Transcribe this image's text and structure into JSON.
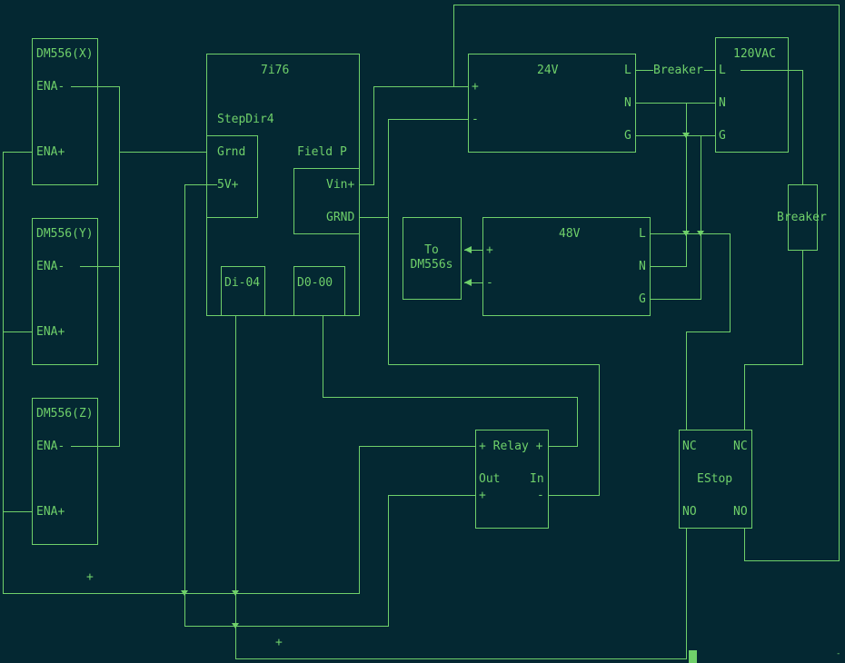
{
  "colors": {
    "background": "#042832",
    "line": "#6fd06a"
  },
  "labels": {
    "dm_x": "DM556(X)",
    "dm_y": "DM556(Y)",
    "dm_z": "DM556(Z)",
    "ena_minus": "ENA-",
    "ena_plus": "ENA+",
    "board": "7i76",
    "stepdir": "StepDir4",
    "grnd": "Grnd",
    "v5": "5V+",
    "field_p": "Field P",
    "vin_plus": "Vin+",
    "grnd_caps": "GRND",
    "di": "Di-04",
    "do": "D0-00",
    "psu24": "24V",
    "psu48": "48V",
    "plus": "+",
    "minus": "-",
    "L": "L",
    "N": "N",
    "G": "G",
    "breaker": "Breaker",
    "vac": "120VAC",
    "to_dm": "To\nDM556s",
    "relay": "+ Relay +",
    "out": "Out",
    "in": "In",
    "nc": "NC",
    "no": "NO",
    "estop": "EStop"
  }
}
